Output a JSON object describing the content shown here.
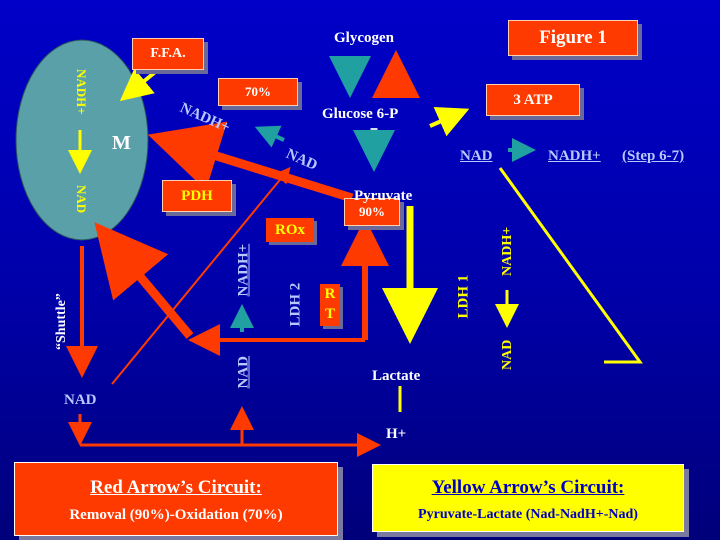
{
  "figure_label": "Figure 1",
  "ffa": "F.F.A.",
  "glycogen": "Glycogen",
  "glucose6p": "Glucose 6-P",
  "pyruvate": "Pyruvate",
  "lactate": "Lactate",
  "hplus": "H+",
  "atp": "3 ATP",
  "pct_oxidation": "70%",
  "pct_removal": "90%",
  "pdh": "PDH",
  "rox": "ROx",
  "rt_r": "R",
  "rt_t": "T",
  "mito_label": "M",
  "mito_nadh": "NADH+",
  "mito_nad": "NAD",
  "nadh_plus_diag": "NADH+",
  "nad_diag": "NAD",
  "step_nad": "NAD",
  "step_nadh": "NADH+",
  "step_ref": "(Step 6-7)",
  "shuttle": "“Shuttle”",
  "nad_bottom": "NAD",
  "ldh2": "LDH 2",
  "ldh2_nadh": "NADH+",
  "ldh2_nad": "NAD",
  "ldh1": "LDH 1",
  "ldh1_nadh": "NADH+",
  "ldh1_nad": "NAD",
  "red_circuit_title": "Red Arrow’s Circuit:",
  "red_circuit_sub": "Removal (90%)-Oxidation (70%)",
  "yellow_circuit_title": "Yellow Arrow’s Circuit:",
  "yellow_circuit_sub": "Pyruvate-Lactate (Nad-NadH+-Nad)",
  "colors": {
    "background": "#0000b8",
    "red": "#ff3a00",
    "yellow": "#ffff00",
    "teal": "#20a0a0",
    "mitochondria": "#5aa0a8",
    "label_blue": "#b8c8ff"
  }
}
